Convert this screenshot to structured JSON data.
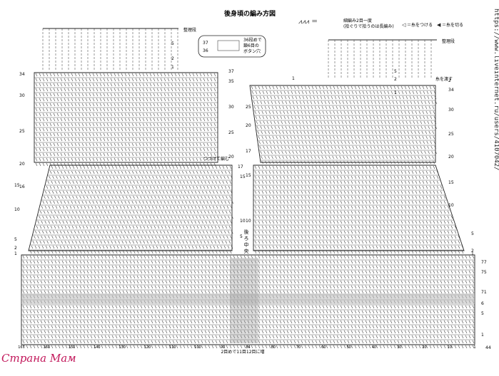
{
  "title": "後身頃の編み方図",
  "legend": {
    "symbol_note_line1": "細編み2目一度",
    "symbol_note_line2": "(拾ぐりで拾うのは長編み)",
    "attach_yarn": "＝糸をつける",
    "cut_yarn": "＝糸を切る"
  },
  "callout": {
    "line1": "36段めで",
    "line2": "鎖6目の",
    "line3": "ボタン穴",
    "row_a": "37",
    "row_b": "36"
  },
  "labels": {
    "seiri_left": "整理段",
    "seiri_right": "整理段",
    "ito_wo_watasu": "糸を渡す",
    "tsuzukete_amu": "つづけて編む",
    "center_back": [
      "後",
      "ろ",
      "中",
      "央"
    ],
    "bottom_note": "2目めで11目12目に増",
    "page_number": "44"
  },
  "row_numbers": {
    "left_upper": [
      "34",
      "30",
      "25",
      "20",
      "16"
    ],
    "left_mid": [
      "15",
      "10",
      "5",
      "2",
      "1"
    ],
    "left_strap_top": [
      "5",
      "2",
      "1"
    ],
    "right_strap_top": [
      "5",
      "2",
      "1"
    ],
    "right_top_left": "1",
    "shoulder_left_inner": [
      "37",
      "35",
      "30",
      "25",
      "20"
    ],
    "shoulder_left_join": "17",
    "center_left_rows": [
      "15",
      "10",
      "5"
    ],
    "right_inner": [
      "25",
      "20",
      "17",
      "15",
      "10"
    ],
    "right_outer": [
      "2",
      "34",
      "30",
      "25",
      "20",
      "15",
      "10",
      "5",
      "2",
      "1"
    ],
    "bottom_rows": [
      "77",
      "75",
      "71",
      "6",
      "5",
      "1"
    ]
  },
  "stitch_counts": [
    "167",
    "160",
    "150",
    "140",
    "130",
    "120",
    "110",
    "100",
    "90",
    "84",
    "80",
    "70",
    "60",
    "50",
    "40",
    "30",
    "20",
    "10",
    "1"
  ],
  "watermark": "Страна Мам",
  "source_url": "https://www.liveinternet.ru/users/4107042/"
}
